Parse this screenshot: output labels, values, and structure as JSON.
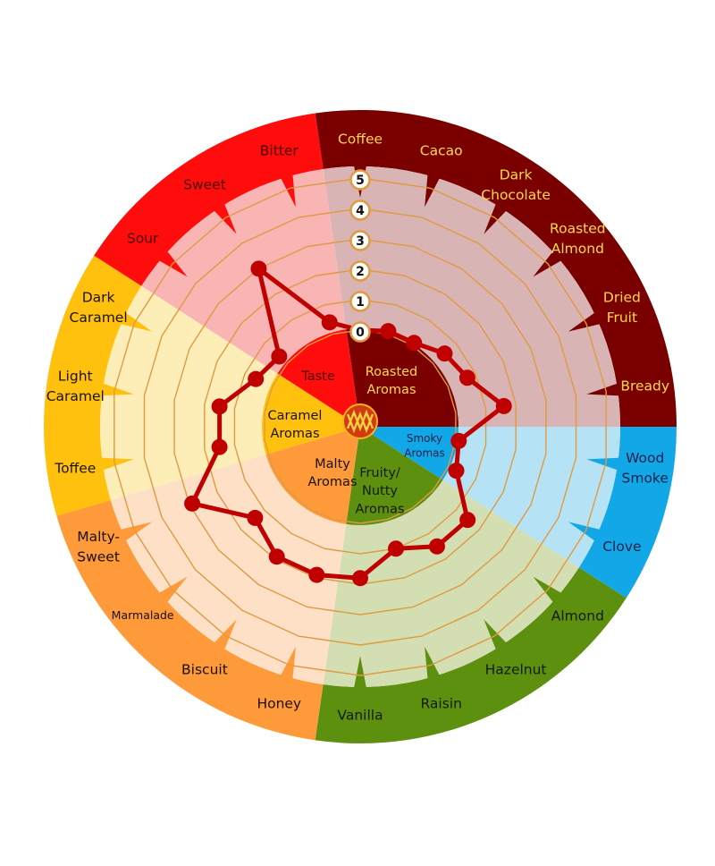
{
  "chart_data": {
    "type": "radar",
    "title": "",
    "scale": {
      "min": 0,
      "max": 5,
      "ticks": [
        "0",
        "1",
        "2",
        "3",
        "4",
        "5"
      ]
    },
    "groups": [
      {
        "name": "Roasted Aromas",
        "label_lines": [
          "Roasted",
          "Aromas"
        ],
        "color": "#7a0000",
        "light": "#d8b4b4",
        "text": "#ffd84a",
        "attributes": [
          {
            "label": [
              "Coffee"
            ],
            "value": 0
          },
          {
            "label": [
              "Cacao"
            ],
            "value": 0.1
          },
          {
            "label": [
              "Dark",
              "Chocolate"
            ],
            "value": 0.1
          },
          {
            "label": [
              "Roasted",
              "Almond"
            ],
            "value": 0.5
          },
          {
            "label": [
              "Dried",
              "Fruit"
            ],
            "value": 0.7
          },
          {
            "label": [
              "Bready"
            ],
            "value": 1.6
          }
        ]
      },
      {
        "name": "Smoky Aromas",
        "label_lines": [
          "Smoky",
          "Aromas"
        ],
        "color": "#12a8e8",
        "light": "#b5e3f5",
        "text": "#10204a",
        "attributes": [
          {
            "label": [
              "Wood",
              "Smoke"
            ],
            "value": 0.1
          },
          {
            "label": [
              "Clove"
            ],
            "value": 0.3
          }
        ]
      },
      {
        "name": "Fruity/Nutty Aromas",
        "label_lines": [
          "Fruity/",
          "Nutty",
          "Aromas"
        ],
        "color": "#5e9010",
        "light": "#d3dfb3",
        "text": "#141a05",
        "attributes": [
          {
            "label": [
              "Almond"
            ],
            "value": 1.5
          },
          {
            "label": [
              "Hazelnut"
            ],
            "value": 1.5
          },
          {
            "label": [
              "Raisin"
            ],
            "value": 1.0
          },
          {
            "label": [
              "Vanilla"
            ],
            "value": 1.8
          }
        ]
      },
      {
        "name": "Malty Aromas",
        "label_lines": [
          "Malty",
          "Aromas"
        ],
        "color": "#ff9a3a",
        "light": "#fde0c6",
        "text": "#1a1005",
        "attributes": [
          {
            "label": [
              "Honey"
            ],
            "value": 1.9
          },
          {
            "label": [
              "Biscuit"
            ],
            "value": 1.9
          },
          {
            "label": [
              "Marmalade"
            ],
            "value": 1.4
          },
          {
            "label": [
              "Malty-",
              "Sweet"
            ],
            "value": 2.9
          }
        ]
      },
      {
        "name": "Caramel Aromas",
        "label_lines": [
          "Caramel",
          "Aromas"
        ],
        "color": "#ffc00e",
        "light": "#fdeeb8",
        "text": "#1a1400",
        "attributes": [
          {
            "label": [
              "Toffee"
            ],
            "value": 1.5
          },
          {
            "label": [
              "Light",
              "Caramel"
            ],
            "value": 1.5
          },
          {
            "label": [
              "Dark",
              "Caramel"
            ],
            "value": 0.6
          }
        ]
      },
      {
        "name": "Taste",
        "label_lines": [
          "Taste"
        ],
        "color": "#ff0c0c",
        "light": "#f9b4b4",
        "text": "#4a0000",
        "attributes": [
          {
            "label": [
              "Sour"
            ],
            "value": 0.35
          },
          {
            "label": [
              "Sweet"
            ],
            "value": 3.0
          },
          {
            "label": [
              "Bitter"
            ],
            "value": 0.4
          }
        ]
      }
    ],
    "series_color": "#c00000",
    "ring_color": "#e09a40",
    "logo_color": "#d23a10"
  }
}
